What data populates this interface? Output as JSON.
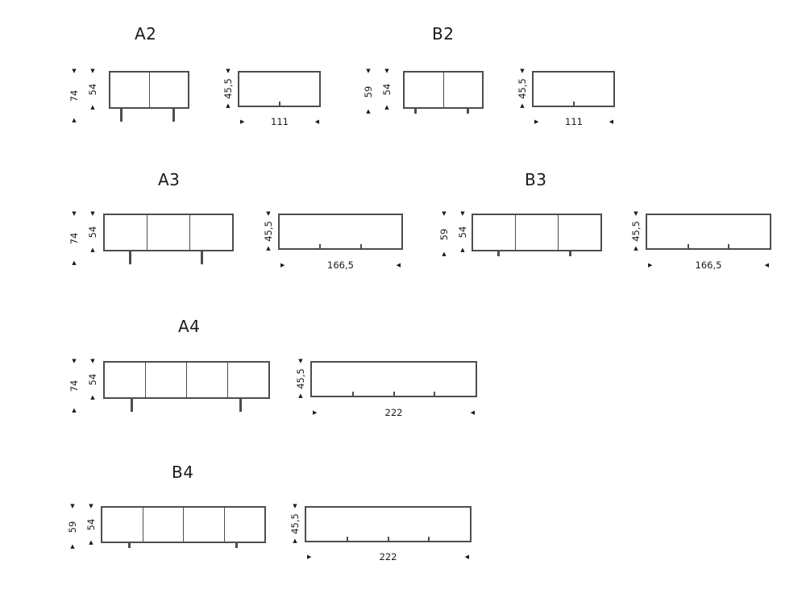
{
  "page": {
    "background": "#ffffff"
  },
  "colors": {
    "line": "#4d4d4d",
    "text": "#1a1a1a"
  },
  "icons": {
    "arrow_up": "▲",
    "arrow_down": "▼",
    "arrow_left": "◀",
    "arrow_right": "▶"
  },
  "variants": [
    {
      "label": "A2",
      "doors": 2,
      "front": {
        "total_height": "74",
        "body_height": "54"
      },
      "top": {
        "depth": "45,5",
        "width": "111"
      }
    },
    {
      "label": "B2",
      "doors": 2,
      "front": {
        "total_height": "59",
        "body_height": "54"
      },
      "top": {
        "depth": "45,5",
        "width": "111"
      }
    },
    {
      "label": "A3",
      "doors": 3,
      "front": {
        "total_height": "74",
        "body_height": "54"
      },
      "top": {
        "depth": "45,5",
        "width": "166,5"
      }
    },
    {
      "label": "B3",
      "doors": 3,
      "front": {
        "total_height": "59",
        "body_height": "54"
      },
      "top": {
        "depth": "45,5",
        "width": "166,5"
      }
    },
    {
      "label": "A4",
      "doors": 4,
      "front": {
        "total_height": "74",
        "body_height": "54"
      },
      "top": {
        "depth": "45,5",
        "width": "222"
      }
    },
    {
      "label": "B4",
      "doors": 4,
      "front": {
        "total_height": "59",
        "body_height": "54"
      },
      "top": {
        "depth": "45,5",
        "width": "222"
      }
    }
  ]
}
